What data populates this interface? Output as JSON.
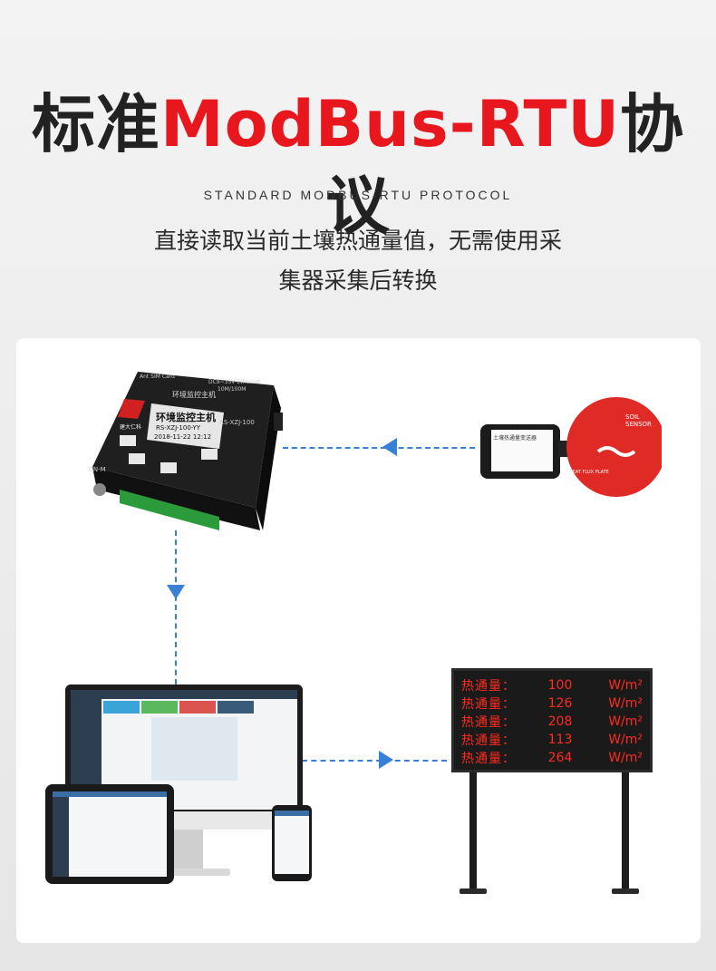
{
  "header": {
    "title_prefix": "标准",
    "title_highlight": "ModBus-RTU",
    "title_suffix": "协议",
    "subtitle_en": "STANDARD MODBUS-RTU PROTOCOL",
    "description_line1": "直接读取当前土壤热通量值，无需使用采",
    "description_line2": "集器采集后转换"
  },
  "host_device": {
    "top_label_left": "Ant  SIM Card",
    "top_label_right": "DC9~35V Ethernet",
    "top_label_right2": "10M/100M",
    "face_title": "环境监控主机",
    "brand": "建大仁科",
    "model": "RS-XZJ-100",
    "screen_title": "环境监控主机",
    "screen_line2": "RS-XZJ-100-YY",
    "screen_line3": "2018-11-22  12:12",
    "port_label": "CN-M"
  },
  "sensor": {
    "box_label": "土壤热通量变送器",
    "plate_label_top": "SOIL SENSOR",
    "plate_label_side": "HEAT FLUX PLATE"
  },
  "led_board": {
    "rows": [
      {
        "label": "热通量：",
        "value": "100",
        "unit": "W/m²"
      },
      {
        "label": "热通量：",
        "value": "126",
        "unit": "W/m²"
      },
      {
        "label": "热通量：",
        "value": "208",
        "unit": "W/m²"
      },
      {
        "label": "热通量：",
        "value": "113",
        "unit": "W/m²"
      },
      {
        "label": "热通量：",
        "value": "264",
        "unit": "W/m²"
      }
    ]
  },
  "colors": {
    "accent_red": "#e8171e",
    "connector_blue": "#3a7fd6",
    "led_red": "#ff2a1e"
  }
}
